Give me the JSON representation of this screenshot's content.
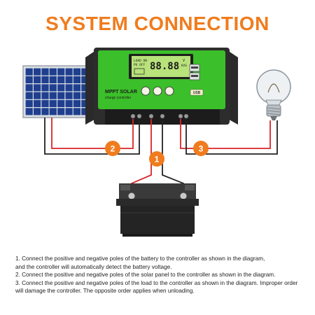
{
  "title": "SYSTEM CONNECTION",
  "colors": {
    "title": "#f07c1e",
    "controller_green": "#3bbf2a",
    "controller_dark": "#2d2d2d",
    "wire_red": "#d8262a",
    "wire_black": "#222222",
    "badge": "#f07c1e",
    "lcd": "#b8e27a",
    "panel_blue": "#1f3f8e"
  },
  "controller": {
    "brand_line1": "MPPT SOLAR",
    "brand_line2": "charge controller",
    "lcd_digits": "88.88",
    "lcd_left": "LOAD ON",
    "lcd_left2": "PV OFF",
    "lcd_right": "V",
    "lcd_right2": "KAS",
    "usb_label": "USB"
  },
  "badges": [
    "1",
    "2",
    "3"
  ],
  "instructions": [
    "1. Connect the positive and negative poles of the battery to the controller as shown in the diagram,",
    "and the controller will automatically detect the battery voltage.",
    "2. Connect the positive and negative poles of the solar panel to the controller as shown in the diagram.",
    "3. Connect the positive and negative poles of the load to the controller as shown in the diagram. Improper order",
    "will damage the controller. The opposite order applies when unloading."
  ]
}
